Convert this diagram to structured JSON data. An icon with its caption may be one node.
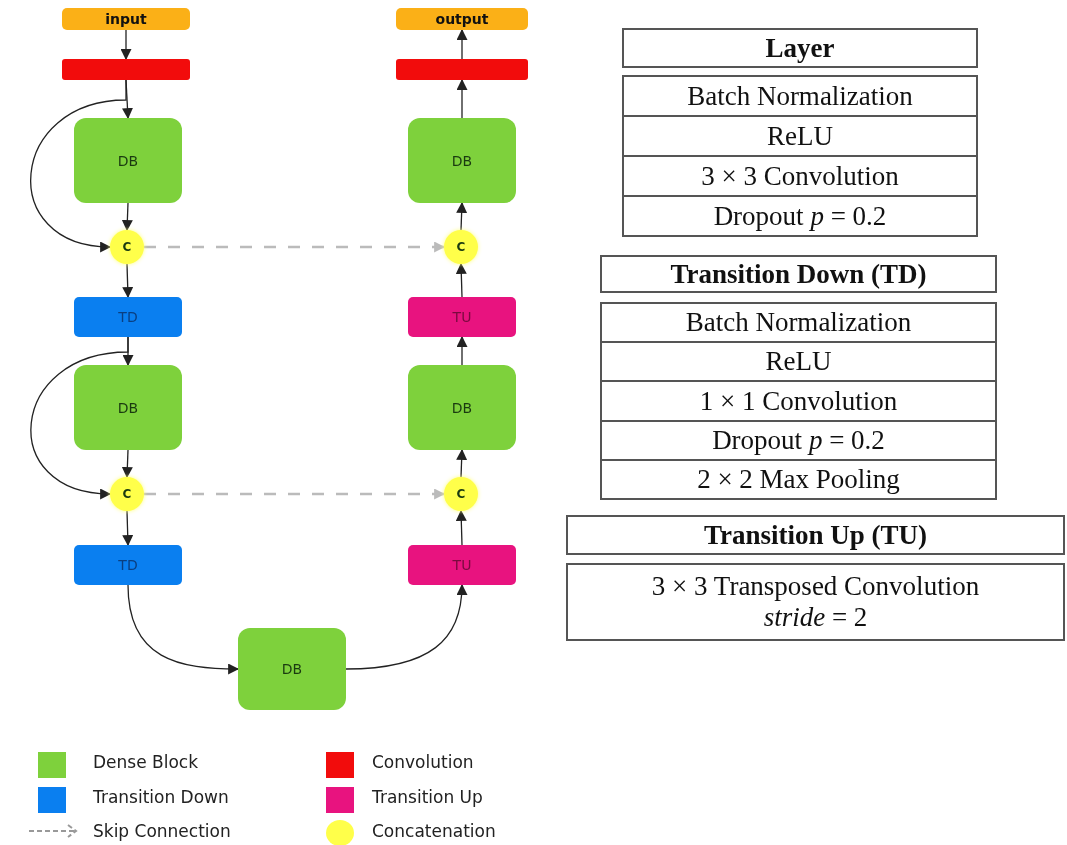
{
  "diagram": {
    "nodes": [
      {
        "text": [
          "input"
        ]
      },
      {
        "text": [],
        "shape": "bar"
      },
      {
        "text": [
          "DB"
        ]
      },
      {
        "text": [
          "C"
        ]
      },
      {
        "text": [
          "TD"
        ]
      },
      {
        "text": [
          "DB"
        ]
      },
      {
        "text": [
          "C"
        ]
      },
      {
        "text": [
          "TD"
        ]
      },
      {
        "text": [
          "DB"
        ]
      },
      {
        "text": [
          "TU"
        ]
      },
      {
        "text": [
          "C"
        ]
      },
      {
        "text": [
          "DB"
        ]
      },
      {
        "text": [
          "TU"
        ]
      },
      {
        "text": [
          "C"
        ]
      },
      {
        "text": [
          "DB"
        ]
      },
      {
        "text": [],
        "shape": "bar"
      },
      {
        "text": [
          "output"
        ]
      },
      {
        "text": [
          "Layer"
        ]
      },
      {
        "text": [
          "Batch Normalization",
          "ReLU",
          "3 × 3 Convolution",
          "Dropout *p* = 0.2"
        ]
      },
      {
        "text": [
          "Transition Down (TD)"
        ]
      },
      {
        "text": [
          "Batch Normalization",
          "ReLU",
          "1 × 1 Convolution",
          "Dropout *p* = 0.2",
          "2 × 2 Max Pooling"
        ]
      },
      {
        "text": [
          "Transition Up (TU)"
        ]
      },
      {
        "text": [
          "3 × 3 Transposed Convolution",
          "*stride* = 2"
        ]
      }
    ],
    "edges": [
      {
        "from": 0,
        "to": 1,
        "arrow": "to"
      },
      {
        "from": 1,
        "to": 2,
        "arrow": "to"
      },
      {
        "from": 1,
        "to": 3,
        "arrow": "to"
      },
      {
        "from": 2,
        "to": 3,
        "arrow": "to"
      },
      {
        "from": 3,
        "to": 4,
        "arrow": "to"
      },
      {
        "from": 4,
        "to": 5,
        "arrow": "to"
      },
      {
        "from": 4,
        "to": 6,
        "arrow": "to"
      },
      {
        "from": 5,
        "to": 6,
        "arrow": "to"
      },
      {
        "from": 6,
        "to": 7,
        "arrow": "to"
      },
      {
        "from": 7,
        "to": 8,
        "arrow": "to"
      },
      {
        "from": 8,
        "to": 9,
        "arrow": "to"
      },
      {
        "from": 9,
        "to": 10,
        "arrow": "to"
      },
      {
        "from": 10,
        "to": 11,
        "arrow": "to"
      },
      {
        "from": 11,
        "to": 12,
        "arrow": "to"
      },
      {
        "from": 12,
        "to": 13,
        "arrow": "to"
      },
      {
        "from": 13,
        "to": 14,
        "arrow": "to"
      },
      {
        "from": 14,
        "to": 15,
        "arrow": "to"
      },
      {
        "from": 15,
        "to": 16,
        "arrow": "to"
      },
      {
        "from": 3,
        "to": 13,
        "arrow": "to",
        "style": "dashed",
        "color": "#bbbbbb"
      },
      {
        "from": 6,
        "to": 10,
        "arrow": "to",
        "style": "dashed",
        "color": "#bbbbbb"
      }
    ],
    "legend": [
      {
        "text": "Dense Block",
        "color": "#7ed13c"
      },
      {
        "text": "Convolution",
        "color": "#f20c0c"
      },
      {
        "text": "Transition Down",
        "color": "#0a7ff0"
      },
      {
        "text": "Transition Up",
        "color": "#e8137f"
      },
      {
        "text": "Skip Connection"
      },
      {
        "text": "Concatenation",
        "color": "#ffff4a"
      }
    ]
  }
}
